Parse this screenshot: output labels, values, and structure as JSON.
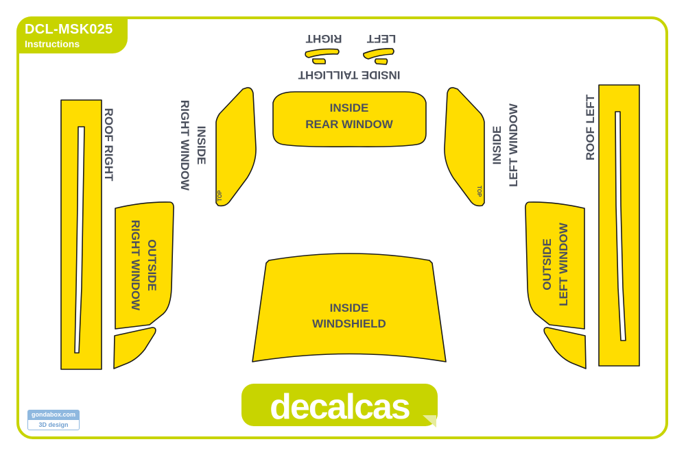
{
  "header": {
    "code": "DCL-MSK025",
    "subtitle": "Instructions"
  },
  "labels": {
    "roof_right": "ROOF RIGHT",
    "roof_left": "ROOF LEFT",
    "inside_right_window": [
      "INSIDE",
      "RIGHT WINDOW"
    ],
    "inside_left_window": [
      "INSIDE",
      "LEFT WINDOW"
    ],
    "outside_right_window": [
      "OUTSIDE",
      "RIGHT WINDOW"
    ],
    "outside_left_window": [
      "OUTSIDE",
      "LEFT WINDOW"
    ],
    "inside_rear_window": [
      "INSIDE",
      "REAR WINDOW"
    ],
    "inside_windshield": [
      "INSIDE",
      "WINDSHIELD"
    ],
    "inside_taillight": "INSIDE TAILLIGHT",
    "taillight_right": "RIGHT",
    "taillight_left": "LEFT",
    "top_marker": "TOP"
  },
  "logo": {
    "text": "decalcas"
  },
  "credit": {
    "site": "gondabox.com",
    "design": "3D design"
  },
  "colors": {
    "accent": "#c8d400",
    "mask": "#ffdd00",
    "label": "#4a4f5c"
  }
}
